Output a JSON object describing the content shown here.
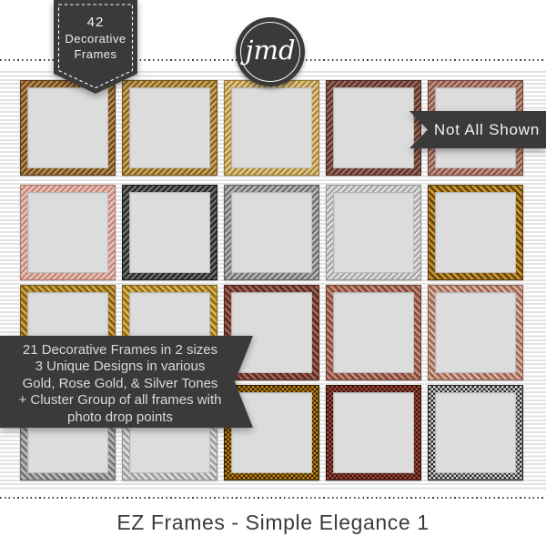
{
  "page": {
    "title": "EZ Frames - Simple Elegance 1"
  },
  "badge": {
    "lines": [
      "42",
      "Decorative",
      "Frames"
    ]
  },
  "logo": {
    "text": "jmd"
  },
  "ribbon": {
    "label": "Not All Shown"
  },
  "description_banner": {
    "lines": [
      "21 Decorative Frames in 2 sizes",
      "3 Unique Designs in various",
      "Gold, Rose Gold, & Silver Tones",
      "+ Cluster Group of all frames with",
      "photo drop points"
    ]
  },
  "colors": {
    "charcoal": "#3a3a3a",
    "frame_interior": "#dcdcdc",
    "background_stripe": "#e2e2e2",
    "light_text": "#eeeeee"
  },
  "frames": [
    {
      "row": 1,
      "col": 1,
      "design": "braid",
      "tone": "bronze-gold",
      "light": "#cfa058",
      "base": "#916434",
      "dark": "#5c3d1a"
    },
    {
      "row": 1,
      "col": 2,
      "design": "braid",
      "tone": "gold",
      "light": "#e0bc72",
      "base": "#a98036",
      "dark": "#73541c"
    },
    {
      "row": 1,
      "col": 3,
      "design": "braid",
      "tone": "champagne-gold",
      "light": "#efd99f",
      "base": "#cda95c",
      "dark": "#977636"
    },
    {
      "row": 1,
      "col": 4,
      "design": "braid",
      "tone": "dark-rose",
      "light": "#ab7a6e",
      "base": "#7a483e",
      "dark": "#4c2920"
    },
    {
      "row": 1,
      "col": 5,
      "design": "braid",
      "tone": "rose-gold",
      "light": "#d4a696",
      "base": "#a67362",
      "dark": "#73463a"
    },
    {
      "row": 2,
      "col": 1,
      "design": "braid",
      "tone": "light-pink",
      "light": "#f1cfc6",
      "base": "#dda79b",
      "dark": "#b1796c"
    },
    {
      "row": 2,
      "col": 2,
      "design": "braid",
      "tone": "black",
      "light": "#878787",
      "base": "#404040",
      "dark": "#1d1d1d"
    },
    {
      "row": 2,
      "col": 3,
      "design": "braid",
      "tone": "silver",
      "light": "#cbcbcb",
      "base": "#919191",
      "dark": "#606060"
    },
    {
      "row": 2,
      "col": 4,
      "design": "braid",
      "tone": "light-silver",
      "light": "#ededed",
      "base": "#c5c5c5",
      "dark": "#989898"
    },
    {
      "row": 2,
      "col": 5,
      "design": "stripe",
      "tone": "amber-gold",
      "light": "#d7a63e",
      "base": "#a5711b",
      "dark": "#5e3e09"
    },
    {
      "row": 3,
      "col": 1,
      "design": "stripe",
      "tone": "gold",
      "light": "#d9b055",
      "base": "#b48325",
      "dark": "#7a5812"
    },
    {
      "row": 3,
      "col": 2,
      "design": "stripe",
      "tone": "yellow-gold",
      "light": "#e4c165",
      "base": "#bf942d",
      "dark": "#876618"
    },
    {
      "row": 3,
      "col": 3,
      "design": "stripe",
      "tone": "rose-brown",
      "light": "#ae7060",
      "base": "#82473a",
      "dark": "#53281e"
    },
    {
      "row": 3,
      "col": 4,
      "design": "stripe",
      "tone": "copper-rose",
      "light": "#d09a8a",
      "base": "#a76a5a",
      "dark": "#784234"
    },
    {
      "row": 3,
      "col": 5,
      "design": "stripe",
      "tone": "light-rose",
      "light": "#e7c2b2",
      "base": "#c08c7a",
      "dark": "#915e4d"
    },
    {
      "row": 4,
      "col": 1,
      "design": "stripe",
      "tone": "silver",
      "light": "#c8c8c8",
      "base": "#9c9c9c",
      "dark": "#6d6d6d"
    },
    {
      "row": 4,
      "col": 2,
      "design": "stripe",
      "tone": "light-silver",
      "light": "#e8e8e8",
      "base": "#c2c2c2",
      "dark": "#969696"
    },
    {
      "row": 4,
      "col": 3,
      "design": "jewel",
      "tone": "jeweled-gold",
      "light": "#f0c45f",
      "base": "#c5850f",
      "dark": "#332103"
    },
    {
      "row": 4,
      "col": 4,
      "design": "jewel",
      "tone": "jeweled-rose-red",
      "light": "#e2aa9c",
      "base": "#a14a3c",
      "dark": "#38110c"
    },
    {
      "row": 4,
      "col": 5,
      "design": "jewel",
      "tone": "jeweled-black-silver",
      "light": "#ffffff",
      "base": "#d6d6d6",
      "dark": "#262626"
    }
  ]
}
